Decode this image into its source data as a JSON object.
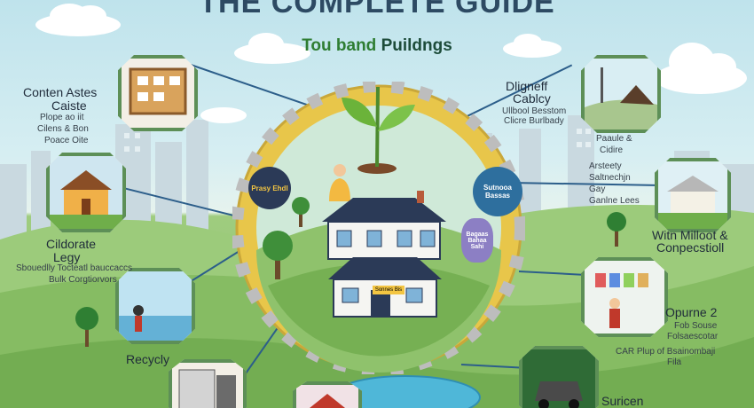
{
  "title": "THE COMPLETE GUIDE",
  "subtitle": {
    "part1": "Tou band",
    "part2": "Puildngs"
  },
  "labels": {
    "top_left_title": "Conten Astes",
    "top_left_title2": "Caiste",
    "top_left_lines": [
      "Plope ao iit",
      "Cilens & Bon",
      "Poace Oite"
    ],
    "mid_left_title": "Cildorate",
    "mid_left_title2": "Legy",
    "mid_left_lines": [
      "Sbouedlly Tocteatl bauccaccs",
      "Bulk Corgtiorvors"
    ],
    "bottom_left_title": "Recycly",
    "top_right_title": "Dligneff",
    "top_right_title2": "Cablcy",
    "top_right_lines": [
      "Ullbool Besstom",
      "Clicre Burlbady"
    ],
    "right_upper_lines": [
      "Paaule &",
      "Cidire",
      "Arsteety",
      "Saltnechjn",
      "Gay",
      "Ganlne Lees"
    ],
    "right_mid_title": "Witn Milloot &",
    "right_mid_title2": "Conpecstioll",
    "right_lower_title": "Opurne 2",
    "right_lower_lines": [
      "Fob Souse",
      "Folsaescotar",
      "CAR Plup of Bsainombaji",
      "Fila"
    ],
    "bottom_right_title": "Suricen"
  },
  "badges": {
    "left_badge": "Prasy Ehdl",
    "right_badge": "Sutnooa Bassas",
    "mid_badge": "Bagaas Bahaa Sahi",
    "building_sign": "Sonnes Bis"
  },
  "icons": [
    "cloud-icon",
    "tree-icon",
    "sprout-icon",
    "house-icon",
    "car-icon",
    "city-icon",
    "pond-icon"
  ]
}
